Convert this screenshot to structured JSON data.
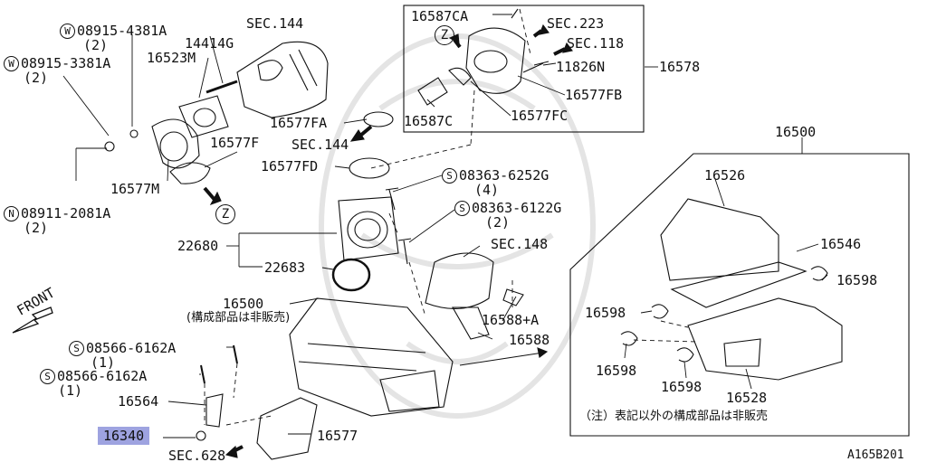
{
  "diagram": {
    "code": "A165B201",
    "front": "FRONT",
    "z_marker": "Z",
    "sec": {
      "s144_top": "SEC.144",
      "s223": "SEC.223",
      "s118": "SEC.118",
      "s144_mid": "SEC.144",
      "s148": "SEC.148",
      "s628": "SEC.628"
    },
    "fasteners": {
      "w1": {
        "type": "W",
        "code": "08915-4381A",
        "qty": "(2)"
      },
      "w2": {
        "type": "W",
        "code": "08915-3381A",
        "qty": "(2)"
      },
      "n1": {
        "type": "N",
        "code": "08911-2081A",
        "qty": "(2)"
      },
      "s1": {
        "type": "S",
        "code": "08363-6252G",
        "qty": "(4)"
      },
      "s2": {
        "type": "S",
        "code": "08363-6122G",
        "qty": "(2)"
      },
      "s3": {
        "type": "S",
        "code": "08566-6162A",
        "qty": "(1)"
      },
      "s4": {
        "type": "S",
        "code": "08566-6162A",
        "qty": "(1)"
      }
    },
    "parts": {
      "p14414G": "14414G",
      "p16523M": "16523M",
      "p16577F": "16577F",
      "p16577M": "16577M",
      "p16587CA": "16587CA",
      "p11826N": "11826N",
      "p16578": "16578",
      "p16577FB": "16577FB",
      "p16577FC": "16577FC",
      "p16587C": "16587C",
      "p16577FA": "16577FA",
      "p16577FD": "16577FD",
      "p22680": "22680",
      "p22683": "22683",
      "p16500a": "16500",
      "p16500a_note": "(構成部品は非販売)",
      "p16588A": "16588+A",
      "p16588": "16588",
      "p16564": "16564",
      "p16340": "16340",
      "p16577": "16577",
      "p16500b": "16500",
      "p16526": "16526",
      "p16546": "16546",
      "p16598a": "16598",
      "p16598b": "16598",
      "p16598c": "16598",
      "p16598d": "16598",
      "p16528": "16528"
    },
    "note": "（注）表記以外の構成部品は非販売"
  }
}
